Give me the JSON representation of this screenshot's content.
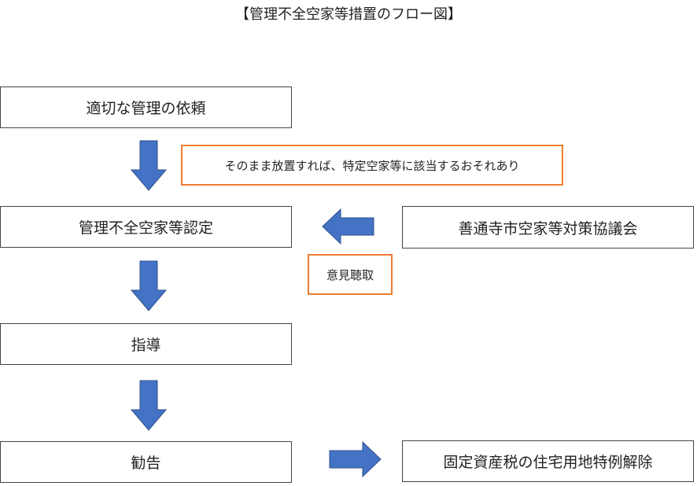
{
  "title": "【管理不全空家等措置のフロー図】",
  "steps": [
    {
      "label": "適切な管理の依頼"
    },
    {
      "label": "管理不全空家等認定"
    },
    {
      "label": "指導"
    },
    {
      "label": "勧告"
    }
  ],
  "side_boxes": {
    "council": "善通寺市空家等対策協議会",
    "tax": "固定資産税の住宅用地特例解除"
  },
  "notes": {
    "risk": "そのまま放置すれば、特定空家等に該当するおそれあり",
    "hearing": "意見聴取"
  },
  "colors": {
    "arrow": "#4472C4",
    "arrow_border": "#2F528F",
    "note_border": "#ED7D31"
  }
}
